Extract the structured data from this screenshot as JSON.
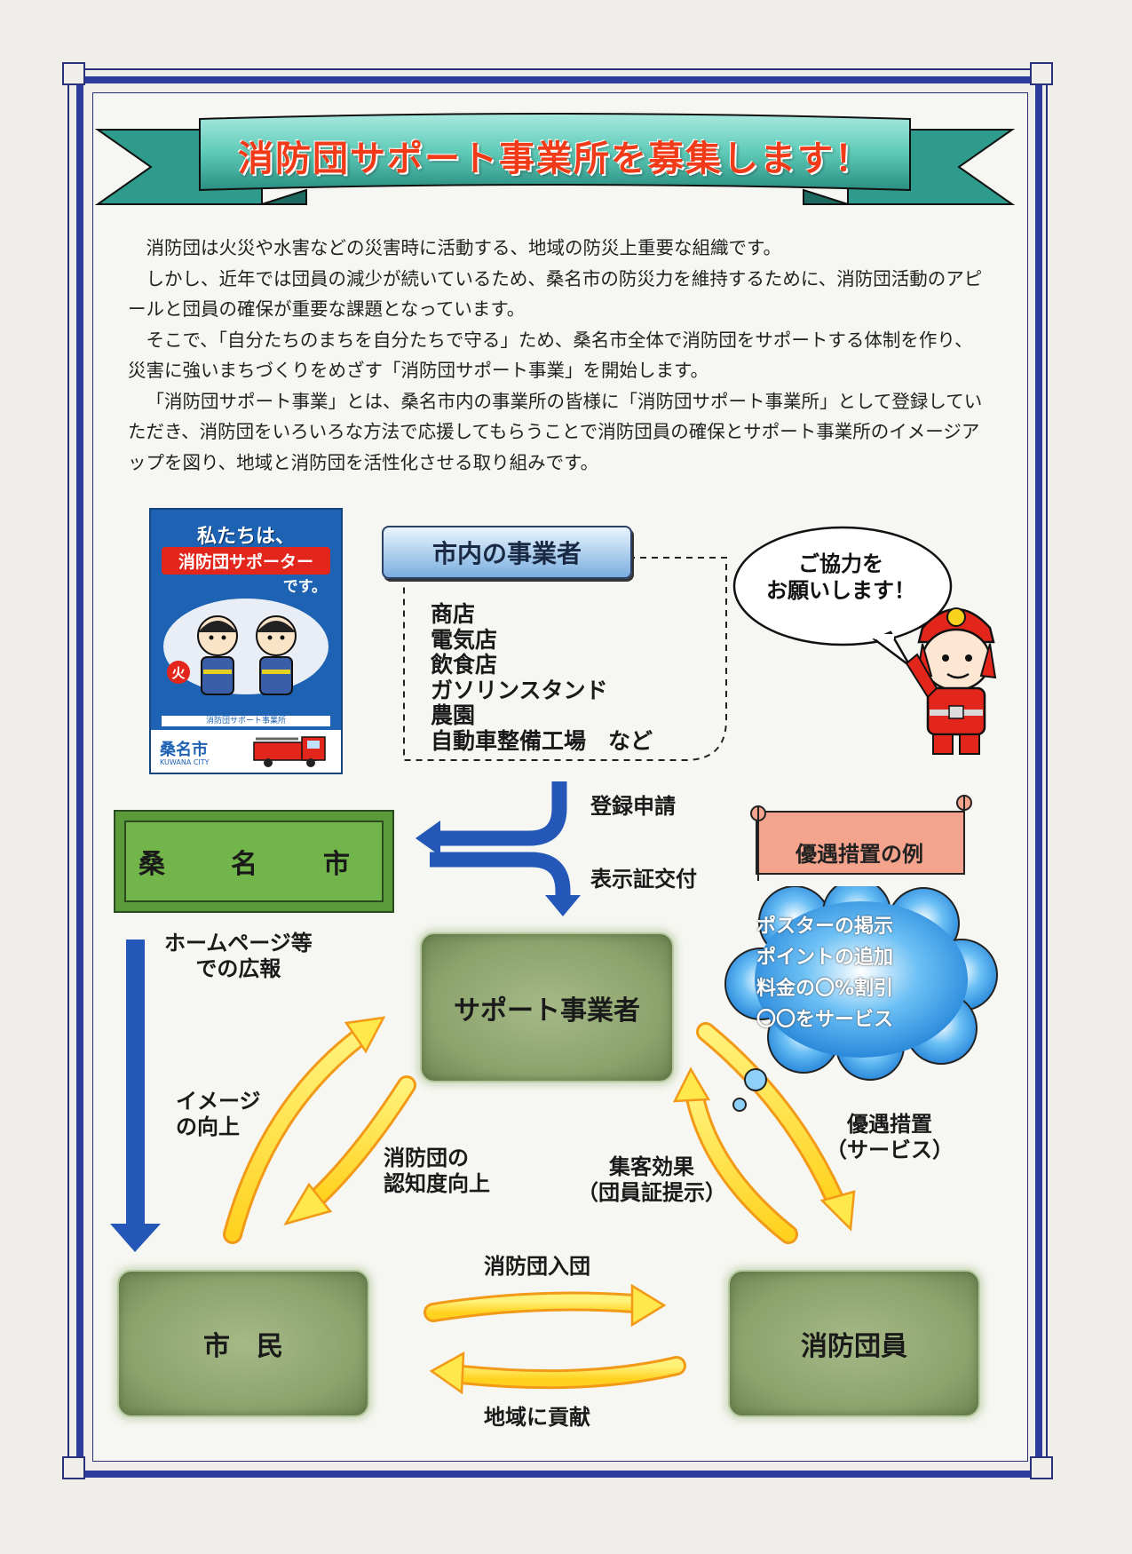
{
  "banner": {
    "title": "消防団サポート事業所を募集します！"
  },
  "intro": {
    "paragraphs": [
      "消防団は火災や水害などの災害時に活動する、地域の防災上重要な組織です。",
      "しかし、近年では団員の減少が続いているため、桑名市の防災力を維持するために、消防団活動のアピールと団員の確保が重要な課題となっています。",
      "そこで、「自分たちのまちを自分たちで守る」ため、桑名市全体で消防団をサポートする体制を作り、災害に強いまちづくりをめざす「消防団サポート事業」を開始します。",
      "「消防団サポート事業」とは、桑名市内の事業所の皆様に「消防団サポート事業所」として登録していただき、消防団をいろいろな方法で応援してもらうことで消防団員の確保とサポート事業所のイメージアップを図り、地域と消防団を活性化させる取り組みです。"
    ]
  },
  "poster": {
    "line1": "私たちは、",
    "line2": "消防団サポーター",
    "line3": "です。",
    "strip": "消防団サポート事業所",
    "logo": "桑名市",
    "logo_sub": "KUWANA CITY",
    "badge": "火",
    "illustration_icon": "firefighter-kids-icon"
  },
  "businesses": {
    "title": "市内の事業者",
    "items": [
      "商店",
      "電気店",
      "飲食店",
      "ガソリンスタンド",
      "農園",
      "自動車整備工場　など"
    ]
  },
  "speech": {
    "line1": "ご協力を",
    "line2": "お願いします！"
  },
  "city": {
    "label": "桑　名　市"
  },
  "flow": {
    "register": "登録申請",
    "certificate": "表示証交付",
    "homepage_1": "ホームページ等",
    "homepage_2": "での広報",
    "image_1": "イメージ",
    "image_2": "の向上",
    "awareness_1": "消防団の",
    "awareness_2": "認知度向上",
    "customer_1": "集客効果",
    "customer_2": "（団員証提示）",
    "benefit_1": "優遇措置",
    "benefit_2": "（サービス）",
    "join": "消防団入団",
    "contribute": "地域に貢献"
  },
  "nodes": {
    "supporter": "サポート事業者",
    "citizens": "市　民",
    "members": "消防団員"
  },
  "benefits": {
    "title": "優遇措置の例",
    "items": [
      "ポスターの掲示",
      "ポイントの追加",
      "料金の〇%割引",
      "〇〇をサービス"
    ]
  },
  "colors": {
    "frame": "#2d3c9a",
    "banner_ribbon": "#3fb6a0",
    "banner_text": "#f03a18",
    "arrow_yellow": "#ffe84a",
    "arrow_orange": "#f29a18",
    "arrow_blue": "#2457b8",
    "city_green": "#72b54a",
    "node_green": "#8ca36c",
    "cloud_blue": "#2f97e6",
    "scroll_pink": "#f4a38c"
  }
}
